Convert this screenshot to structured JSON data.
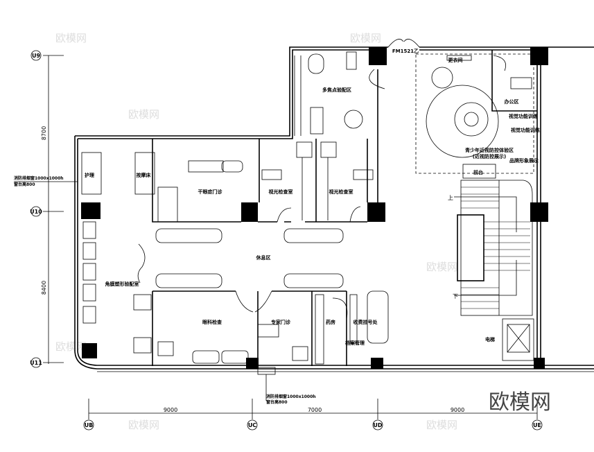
{
  "axes": {
    "vertical": [
      "U9",
      "U10",
      "U11"
    ],
    "horizontal": [
      "UB",
      "UC",
      "UD",
      "UE"
    ]
  },
  "dimensions": {
    "vertical": [
      "8700",
      "8400"
    ],
    "horizontal": [
      "9000",
      "7000",
      "9000"
    ]
  },
  "rooms": {
    "nursing": "护理",
    "massage_bed": "按摩床",
    "multifocal": "多焦点验配区",
    "door_code": "FM1521乙",
    "changing": "更衣间",
    "office": "办公区",
    "dry_eye": "干眼症门诊",
    "optometry_1": "视光检查室",
    "optometry_2": "视光检查室",
    "visual_training_1": "视觉功能训练",
    "visual_training_2": "视觉功能训练",
    "youth_area_1": "青少年近视防控体验区",
    "youth_area_2": "(近视防控展示)",
    "products": "品牌形象展示",
    "front_desk": "前台",
    "rest_area": "休息区",
    "ortho_k": "角膜塑形验配室",
    "ophthalmic": "眼科检查",
    "expert": "专家门诊",
    "pharmacy": "药房",
    "registration": "收费挂号处",
    "archives": "档案管理",
    "elevator": "电梯",
    "up": "上",
    "down": "下"
  },
  "notes": {
    "window_1a": "消防排烟窗1000x1000h",
    "window_1b": "窗台高800",
    "window_2a": "消防排烟窗1000x1000h",
    "window_2b": "窗台高800"
  },
  "watermark": "欧模网"
}
